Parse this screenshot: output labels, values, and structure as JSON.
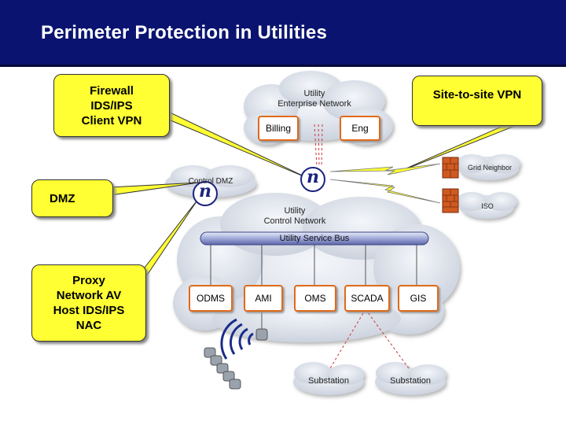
{
  "slide": {
    "title": "Perimeter Protection in Utilities"
  },
  "callouts": {
    "firewall": [
      "Firewall",
      "IDS/IPS",
      "Client VPN"
    ],
    "dmz": "DMZ",
    "proxy": [
      "Proxy",
      "Network AV",
      "Host IDS/IPS",
      "NAC"
    ],
    "site_vpn": "Site-to-site VPN"
  },
  "clouds": {
    "enterprise": [
      "Utility",
      "Enterprise Network"
    ],
    "control_dmz": "Control DMZ",
    "control_network": [
      "Utility",
      "Control Network"
    ],
    "grid_neighbor": "Grid Neighbor",
    "iso": "ISO",
    "substation_1": "Substation",
    "substation_2": "Substation"
  },
  "boxes": {
    "billing": "Billing",
    "eng": "Eng",
    "odms": "ODMS",
    "ami": "AMI",
    "oms": "OMS",
    "scada": "SCADA",
    "gis": "GIS"
  },
  "bus": "Utility Service Bus",
  "router_glyph": "n",
  "colors": {
    "title_bg": "#0a1470",
    "callout_fill": "#ffff33",
    "box_border": "#e06a1a",
    "cloud_fill": "#dde3ec",
    "firewall": "#d2691e",
    "dashed_link": "#cc3333"
  }
}
